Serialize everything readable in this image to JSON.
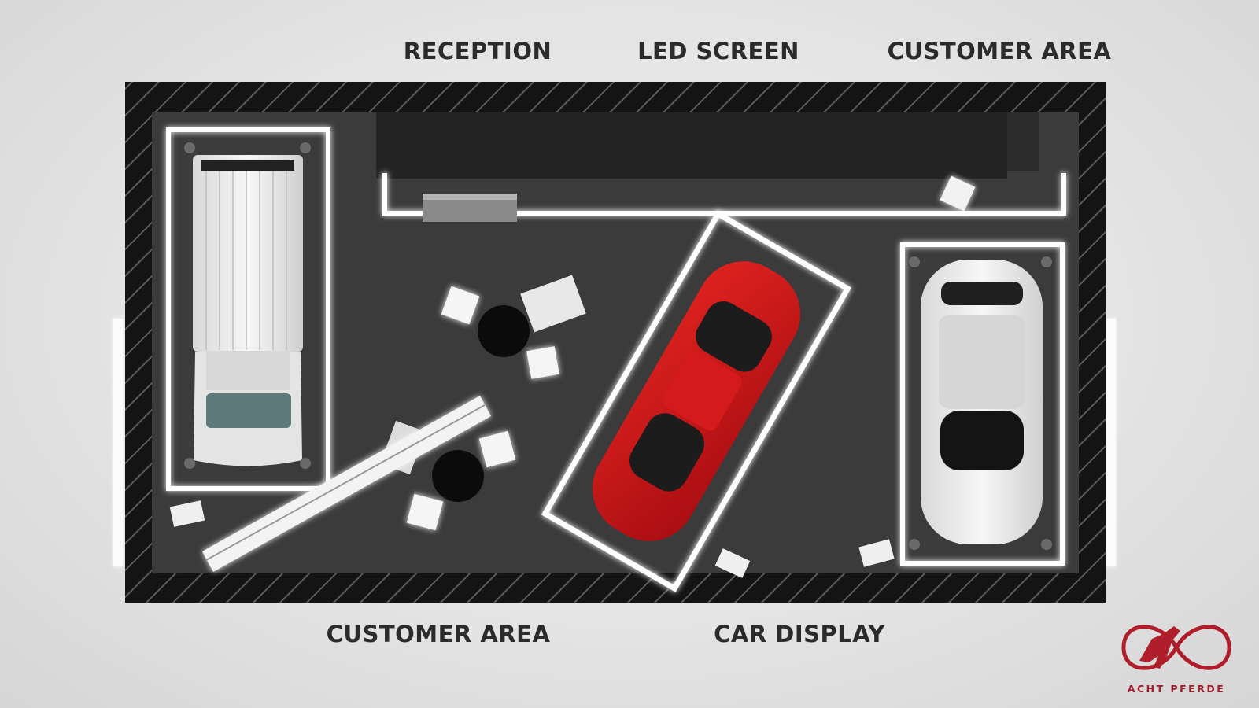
{
  "labels": {
    "reception": "RECEPTION",
    "led_screen": "LED SCREEN",
    "customer_area_top": "CUSTOMER AREA",
    "customer_area_bottom": "CUSTOMER AREA",
    "car_display": "CAR DISPLAY"
  },
  "brand": {
    "name": "ACHT PFERDE",
    "color": "#b11e2b"
  },
  "icons": {
    "logo": "horse-infinity-logo-icon"
  },
  "colors": {
    "floor": "#3a3a3a",
    "truss": "#111111",
    "highlight_car": "#c8141a",
    "white_car": "#e6e6e6",
    "glow": "#ffffff"
  }
}
